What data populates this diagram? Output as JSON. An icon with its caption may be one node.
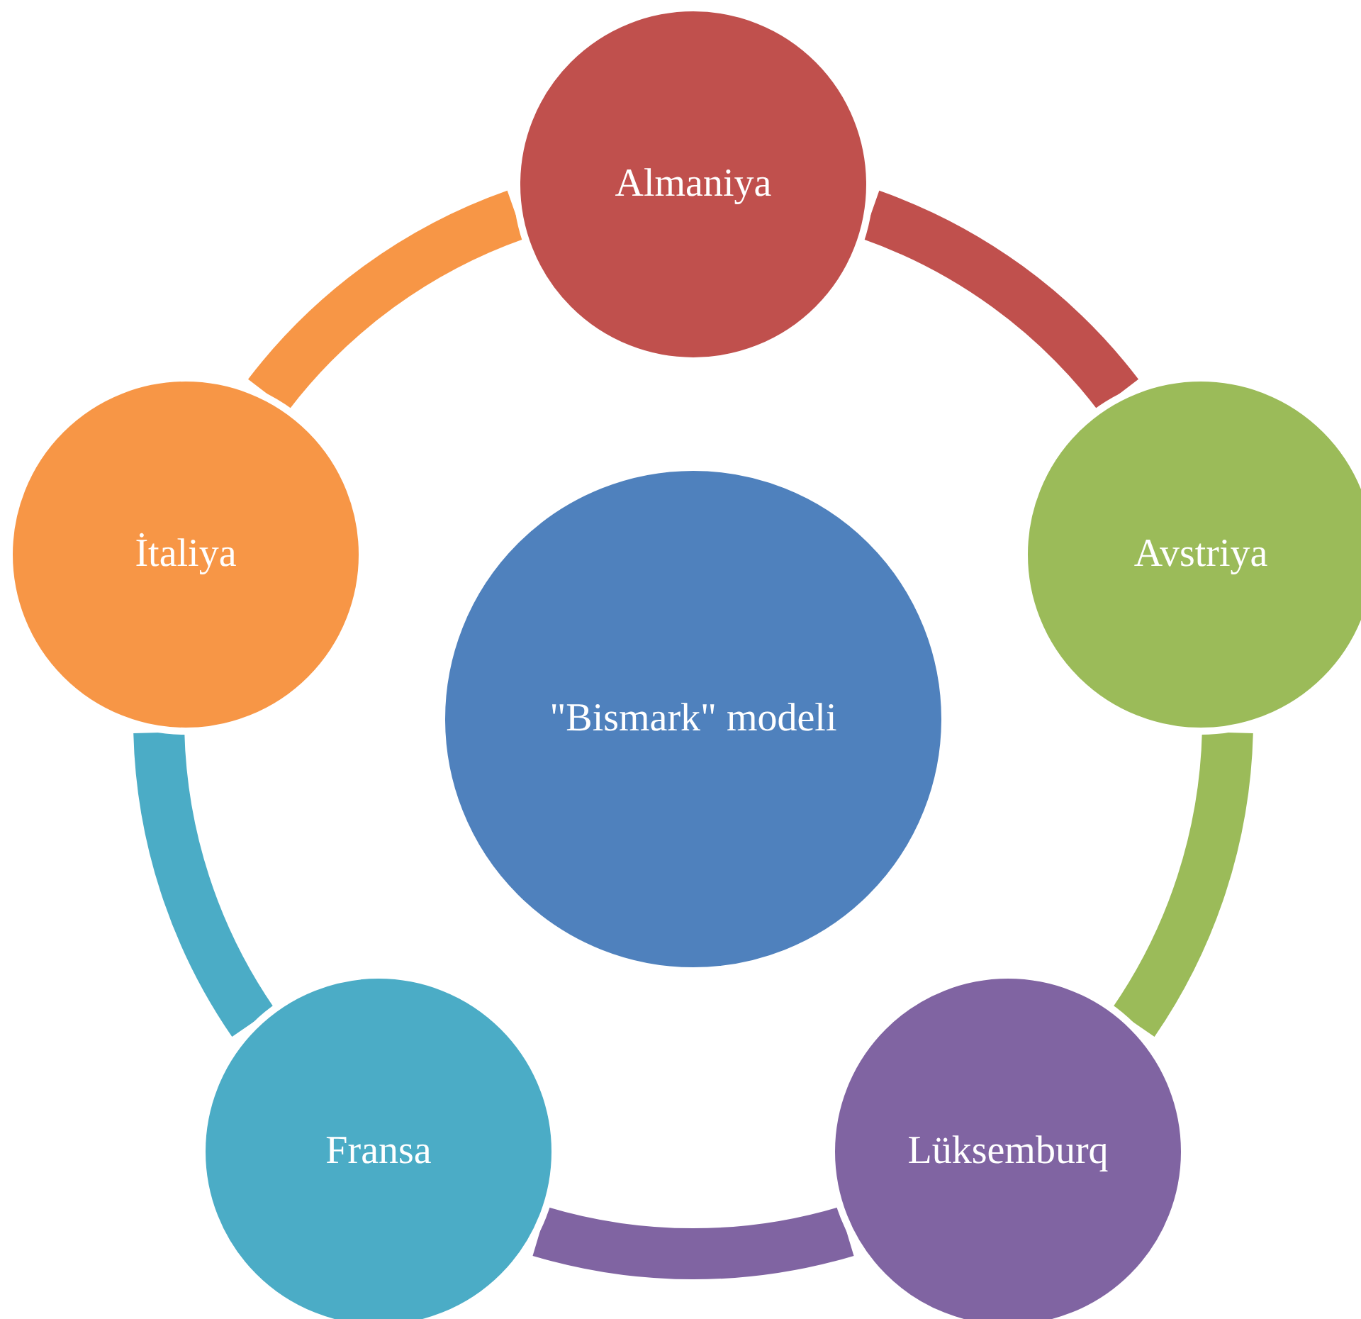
{
  "diagram": {
    "nodes": [
      {
        "text": [
          "Almaniya"
        ]
      },
      {
        "text": [
          "Avstriya"
        ]
      },
      {
        "text": [
          "Lüksemburq"
        ]
      },
      {
        "text": [
          "Fransa"
        ]
      },
      {
        "text": [
          "İtaliya"
        ]
      },
      {
        "text": [
          "\"Bismark\" modeli"
        ]
      }
    ],
    "edges": [
      {
        "from": 0,
        "to": 1,
        "arrow": "none",
        "color": "#c0504d"
      },
      {
        "from": 1,
        "to": 2,
        "arrow": "none",
        "color": "#9bbb59"
      },
      {
        "from": 2,
        "to": 3,
        "arrow": "none",
        "color": "#8064a2"
      },
      {
        "from": 3,
        "to": 4,
        "arrow": "none",
        "color": "#4bacc6"
      },
      {
        "from": 4,
        "to": 0,
        "arrow": "none",
        "color": "#f79646"
      }
    ]
  }
}
